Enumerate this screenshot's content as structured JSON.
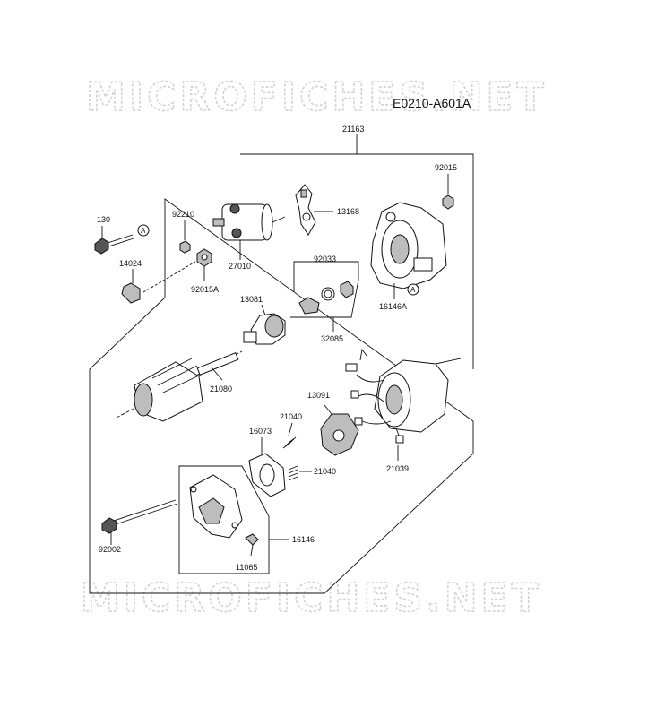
{
  "watermark": {
    "top": "MICROFICHES.NET",
    "bottom": "MICROFICHES.NET"
  },
  "diagram_code": "E0210-A601A",
  "reference_marker": "A",
  "parts": {
    "p21163": "21163",
    "p92015": "92015",
    "p130": "130",
    "p92210": "92210",
    "p13168": "13168",
    "p27010": "27010",
    "p14024": "14024",
    "p92015A": "92015A",
    "p92033": "92033",
    "p16146A": "16146A",
    "p13081": "13081",
    "p32085": "32085",
    "p21080": "21080",
    "p13091": "13091",
    "p21040a": "21040",
    "p16073": "16073",
    "p21040b": "21040",
    "p21039": "21039",
    "p92002": "92002",
    "p16146": "16146",
    "p11065": "11065"
  }
}
